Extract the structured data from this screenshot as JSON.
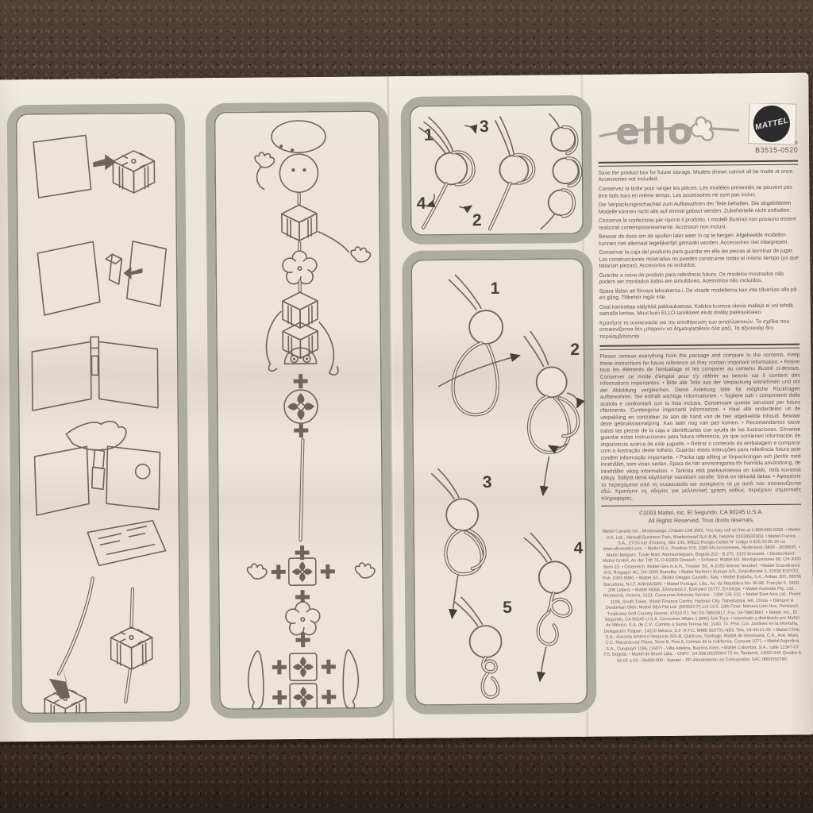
{
  "colors": {
    "carpet": "#49392f",
    "paper": "#ece4d8",
    "panel_border": "#aeaba1",
    "ink": "#6e6559",
    "logo_gray": "#a5a19a",
    "mattel_circle": "#2c2b30"
  },
  "logo": {
    "brand": "ello",
    "maker": "MATTEL",
    "registered": "®",
    "part_number": "B3515-0520"
  },
  "save_box_notices": [
    "Save the product box for future storage. Models shown cannot all be made at once. Accessories not included.",
    "Conservez la boîte pour ranger les pièces. Les modèles présentés ne peuvent pas être faits tous en même temps. Les accessoires ne sont pas inclus.",
    "Die Verpackungsschachtel zum Aufbewahren der Teile behalten. Die abgebildeten Modelle können nicht alle auf einmal gebaut werden. Zubehörteile nicht enthalten.",
    "Conserva la confezione per riporre il prodotto. I modelli illustrati non possono essere realizzati contemporaneamente. Accessori non inclusi.",
    "Bewaar de doos om de spullen later weer in op te bergen. Afgebeelde modellen kunnen niet allemaal tegelijkertijd gemaakt worden. Accessoires niet inbegrepen.",
    "Conservar la caja del producto para guardar en ella las piezas al terminar de jugar. Las construcciones mostradas no pueden construirse todas al mismo tiempo (ya que faltarían piezas). Accesorios no incluidos.",
    "Guardar a caixa do produto para referência futura. Os modelos mostrados não podem ser montados todos em simultâneo. Acessórios não incluídos.",
    "Spara lådan att förvara leksakerna i. De visade modellerna kan inte tillverkas alla på en gång. Tillbehör ingår inte.",
    "Osat kannattaa säilyttää pakkauksessa. Kaikkia kuvissa olevia malleja ei voi tehdä samalla kertaa. Muut kuin ELLO-tarvikkeet eivät sisälly pakkaukseen.",
    "Κρατήστε τη συσκευασία για την αποθήκευση των ανταλλακτικών. Τα σχέδια που απεικονίζονται δεν μπορούν να δημιουργηθούν όλα μαζί. Τα αξεσουάρ δεν περιλαμβάνονται."
  ],
  "unpack_notice": "Please remove everything from the package and compare to the contents. Keep these instructions for future reference as they contain important information. • Retirer tous les éléments de l'emballage et les comparer au contenu illustré ci-dessus. Conserver ce mode d'emploi pour s'y référer au besoin car il contient des informations importantes. • Bitte alle Teile aus der Verpackung entnehmen und mit der Abbildung vergleichen. Diese Anleitung bitte für mögliche Rückfragen aufbewahren. Sie enthält wichtige Informationen. • Togliere tutti i componenti dalla scatola e confrontarli con la lista inclusa. Conservare queste istruzioni per futuro riferimento. Contengono importanti informazioni. • Haal alle onderdelen uit de verpakking en controleer ze aan de hand van de hier afgebeelde inhoud. Bewaar deze gebruiksaanwijzing. Kan later nog van pas komen. • Recomendamos sacar todas las piezas de la caja e identificarlas con ayuda de las ilustraciones. Sírvanse guardar estas instrucciones para futura referencia, ya que contienen información de importancia acerca de este juguete. • Retirar o conteúdo da embalagem e comparar com a ilustração deste folheto. Guardar estas instruções para referência futura pois contêm informação importante. • Packa upp allting ur förpackningen och jämför med innehållet, som visas nedan. Spara de här anvisningarna för framtida användning, de innehåller viktig information. • Tarkista että pakkauksessa on kaikki, mitä kuvassa näkyy. Säilytä tämä käyttöohje vastaisen varalle. Siinä on tärkeää tietoa. • Αφαιρέστε τα περιεχόμενα από τη συσκευασία και συγκρίνετε τα με αυτά που απεικονίζονται εδώ. Κρατήστε τις οδηγίες για μελλοντική χρήση καθώς περιέχουν σημαντικές πληροφορίες.",
  "copyright": {
    "line1": "©2003 Mattel, Inc. El Segundo, CA 90245 U.S.A.",
    "line2": "All Rights Reserved. Tous droits réservés."
  },
  "addresses": "Mattel Canada Inc., Mississauga, Ontario L5R 3W2. You may call us free at 1-800-665-6288. • Mattel U.K. Ltd., Vanwall Business Park, Maidenhead SL6 4UB, helpline 01628500303. • Mattel France, S.A., 27/33 rue d'Antony, Silic 145, 94523 Rungis Cedex N° Indigo 0 825 00 00 25 ou www.allomattel.com. • Mattel B.V., Postbus 576, 1180 AN Amstelveen, Nederland, 0800 - 2628835. • Mattel Belgium, Trade Mart, Atomiumsquare, Bogota 202 - B 275, 1020 Brussels. • Deutschland : Mattel GmbH, An der Trift 75, D-63303 Dreieich. • Schweiz: Mattel AG, Monbijoustrasse 68, CH-3000 Bern 23. • Österreich: Mattel Ges.m.b.H., Triester Str., A-2355 Wiener Neudorf. • Mattel Scandinavia A/S, Ringager 4C, DK-2605 Brøndby. • Mattel Northern Europe A/S, Sinikalliontie 3, 02630 ESPOO, Puh. 0303 9060. • Mattel Srl., 28040 Oleggio Castello, Italy. • Mattel España, S.A., Aribau 200, 08036 Barcelona. N.I.F. A08•842809. • Mattel Portugal, Lda., Av. da República No. 90-96, Fracção 5, 1600-206 Lisboa. • Mattel AEBE, Ελληνικού 2, Ελληνικό 16777, ΕΛΛΑΔΑ. • Mattel Australia Pty., Ltd., Richmond, Victoria, 3121. Consumer Advisory Service - 1300 135 312. • Mattel East Asia Ltd., Room 1106, South Tower, World Finance Centre, Harbour City, Tsimshatsui, HK, China. • Diimport & Diedarkan Oleh: Mattel SEA Ptd Ltd. (993537-P) Lot 13.5, 13th Floor, Menara Lien Hoe, Persiaran Tropicana Golf Country Resort, 47410 PJ. Tel: 03-78803817, Fax: 03-78803867. • Mattel, Inc., El Segundo, CA 90245 U.S.A. Consumer Affairs 1 (800) 524-Toys. • Importado y distribuido por Mattel de México, S.A. de C.V., Camino a Santa Teresa No. 1040, 7o. Piso, Col. Jardines en la Montaña, Delegación Tlalpan, 14210 México, D.F. R.F.C. MME-920701-NB3. Tels. 54-49-41-00. • Mattel Chile, S.A., Avenida Américo Vespucio 501-B, Quilicura, Santiago. Mattel de Venezuela, C.A., Ave. Mara, C.C. Macaracuay Plaza, Torre B, Piso 8, Colinas de la California, Caracas 1071. • Mattel Argentina S.A., Curupaytí 1186, (1607) - Villa Adelina, Buenos Aires. • Mattel Colombia, S.A., calle 123#7-07 P.5, Bogotá. • Mattel do Brasil Ltda. - CNPJ : 54.558.002/0004-72 Av. Tamboré, 1400/1440 Quadra A de 02 a 03 - 06460-000 - Barueri - SP. Atendimento ao Consumidor: SAC 0800550780.",
  "bead_panel": {
    "numbers": {
      "n1": "1",
      "n2": "2",
      "n3": "3",
      "n4": "4"
    }
  },
  "knot_panel": {
    "steps": [
      "1",
      "2",
      "3",
      "4",
      "5"
    ]
  }
}
